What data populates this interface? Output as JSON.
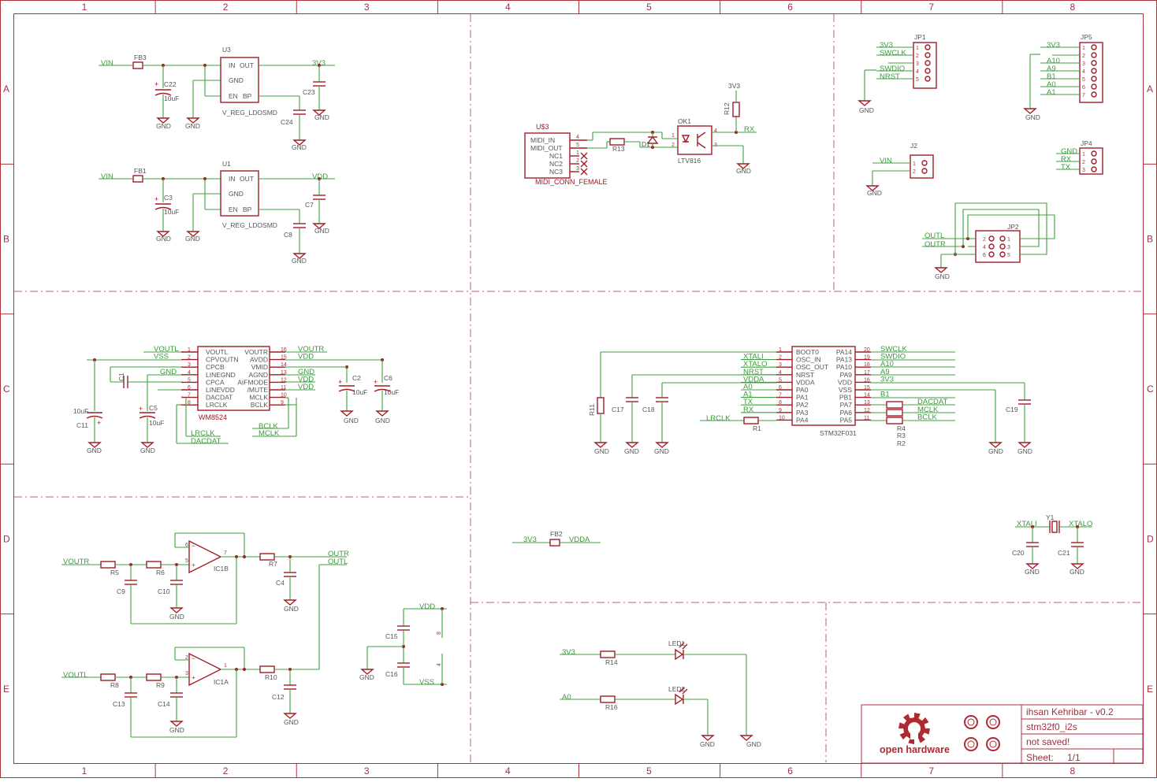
{
  "frame": {
    "columns": [
      "1",
      "2",
      "3",
      "4",
      "5",
      "6",
      "7",
      "8"
    ],
    "rows": [
      "A",
      "B",
      "C",
      "D",
      "E"
    ]
  },
  "title_block": {
    "author": "ihsan Kehribar - v0.2",
    "project": "stm32f0_i2s",
    "status": "not saved!",
    "sheet_label": "Sheet:",
    "sheet_value": "1/1",
    "logo_text": "open hardware"
  },
  "colors": {
    "frame": "#b0303a",
    "wire": "#3ca13c",
    "part": "#a31c26"
  },
  "regulators": {
    "u3": {
      "ref": "U3",
      "value": "V_REG_LDOSMD",
      "pin_in": "IN",
      "pin_out": "OUT",
      "pin_gnd": "GND",
      "pin_en": "EN",
      "pin_bp": "BP",
      "input": "VIN",
      "output": "3V3",
      "fb": "FB3",
      "cap_in": "C22",
      "cap_in_val": "10uF",
      "cap_out": "C23",
      "cap_bp": "C24"
    },
    "u1": {
      "ref": "U1",
      "value": "V_REG_LDOSMD",
      "pin_in": "IN",
      "pin_out": "OUT",
      "pin_gnd": "GND",
      "pin_en": "EN",
      "pin_bp": "BP",
      "input": "VIN",
      "output": "VDD",
      "fb": "FB1",
      "cap_in": "C3",
      "cap_in_val": "10uF",
      "cap_out": "C7",
      "cap_bp": "C8"
    }
  },
  "gnd": "GND",
  "midi": {
    "conn_ref": "U$3",
    "conn_value": "MIDI_CONN_FEMALE",
    "conn_pins": [
      "MIDI_IN",
      "MIDI_OUT",
      "NC1",
      "NC2",
      "NC3"
    ],
    "conn_pin_nums": [
      "4",
      "5",
      "1",
      "2",
      "3"
    ],
    "resistor": "R13",
    "diode": "D1",
    "opto_ref": "OK1",
    "opto_value": "LTV816",
    "opto_pins": [
      "1",
      "2",
      "4",
      "3"
    ],
    "pullup": "R12",
    "supply": "3V3",
    "net_out": "RX"
  },
  "headers": {
    "jp1": {
      "ref": "JP1",
      "nets": [
        "3V3",
        "SWCLK",
        "",
        "SWDIO",
        "NRST"
      ],
      "pins": [
        "1",
        "2",
        "3",
        "4",
        "5"
      ]
    },
    "jp5": {
      "ref": "JP5",
      "nets": [
        "3V3",
        "",
        "A10",
        "A9",
        "B1",
        "A0",
        "A1"
      ],
      "pins": [
        "1",
        "2",
        "3",
        "4",
        "5",
        "6",
        "7"
      ]
    },
    "j2": {
      "ref": "J2",
      "nets": [
        "VIN",
        ""
      ],
      "pins": [
        "1",
        "2"
      ]
    },
    "jp4": {
      "ref": "JP4",
      "nets": [
        "GND",
        "RX",
        "TX"
      ],
      "pins": [
        "1",
        "2",
        "3"
      ]
    },
    "jp2": {
      "ref": "JP2",
      "nets": [
        "OUTL",
        "OUTR"
      ],
      "pins_left": [
        "2",
        "4",
        "6"
      ],
      "pins_right": [
        "1",
        "3",
        "5"
      ]
    }
  },
  "codec": {
    "ref": "WM8524",
    "left_pins": [
      "VOUTL",
      "CPVOUTN",
      "CPCB",
      "LINEGND",
      "CPCA",
      "LINEVDD",
      "DACDAT",
      "LRCLK"
    ],
    "left_nums": [
      "1",
      "2",
      "3",
      "4",
      "5",
      "6",
      "7",
      "8"
    ],
    "right_pins": [
      "VOUTR",
      "AVDD",
      "VMID",
      "AGND",
      "AIFMODE",
      "/MUTE",
      "MCLK",
      "BCLK"
    ],
    "right_nums": [
      "16",
      "15",
      "14",
      "13",
      "12",
      "11",
      "10",
      "9"
    ],
    "left_nets": [
      "VOUTL",
      "VSS",
      "",
      "GND",
      "",
      "",
      "",
      ""
    ],
    "right_nets": [
      "VOUTR",
      "VDD",
      "",
      "GND",
      "VDD",
      "VDD",
      "",
      ""
    ],
    "bottom_nets_left": [
      "LRCLK",
      "DACDAT"
    ],
    "bottom_nets_right": [
      "BCLK",
      "MCLK"
    ],
    "c1": "C1",
    "c11": "C11",
    "c11_val": "10uF",
    "c5": "C5",
    "c5_val": "10uF",
    "c2": "C2",
    "c2_val": "10uF",
    "c6": "C6",
    "c6_val": "10uF"
  },
  "mcu": {
    "ref": "STM32F031",
    "left_pins": [
      "BOOT0",
      "OSC_IN",
      "OSC_OUT",
      "NRST",
      "VDDA",
      "PA0",
      "PA1",
      "PA2",
      "PA3",
      "PA4"
    ],
    "left_nums": [
      "1",
      "2",
      "3",
      "4",
      "5",
      "6",
      "7",
      "8",
      "9",
      "10"
    ],
    "left_nets": [
      "",
      "XTALI",
      "XTALO",
      "NRST",
      "VDDA",
      "A0",
      "A1",
      "TX",
      "RX",
      ""
    ],
    "right_pins": [
      "PA14",
      "PA13",
      "PA10",
      "PA9",
      "VDD",
      "VSS",
      "PB1",
      "PA7",
      "PA6",
      "PA5"
    ],
    "right_nums": [
      "20",
      "19",
      "18",
      "17",
      "16",
      "15",
      "14",
      "13",
      "12",
      "11"
    ],
    "right_nets": [
      "SWCLK",
      "SWDIO",
      "A10",
      "A9",
      "3V3",
      "",
      "B1",
      "DACDAT",
      "MCLK",
      "BCLK"
    ],
    "lrclk_net": "LRCLK",
    "r1": "R1",
    "r11": "R11",
    "c17": "C17",
    "c18": "C18",
    "c19": "C19",
    "r_stack": [
      "R4",
      "R3",
      "R2"
    ]
  },
  "ferrite": {
    "ref": "FB2",
    "left": "3V3",
    "right": "VDDA"
  },
  "crystal": {
    "ref": "Y1",
    "left": "XTALI",
    "right": "XTALO",
    "c_left": "C20",
    "c_right": "C21"
  },
  "opamps": {
    "ic1b": {
      "ref": "IC1B",
      "input": "VOUTR",
      "output": "OUTR",
      "r_a": "R5",
      "r_b": "R6",
      "c_a": "C9",
      "c_b": "C10",
      "r_out": "R7",
      "c_out": "C4",
      "pins": [
        "6",
        "5",
        "7"
      ]
    },
    "ic1a": {
      "ref": "IC1A",
      "input": "VOUTL",
      "output": "OUTL",
      "r_a": "R8",
      "r_b": "R9",
      "c_a": "C13",
      "c_b": "C14",
      "r_out": "R10",
      "c_out": "C12",
      "pins": [
        "2",
        "3",
        "1"
      ]
    }
  },
  "supply_caps": {
    "top": "VDD",
    "bottom": "VSS",
    "c_top": "C15",
    "c_bot": "C16",
    "pin_top": "8",
    "pin_bot": "4"
  },
  "leds": {
    "led1": {
      "ref": "LED1",
      "net": "3V3",
      "resistor": "R14"
    },
    "led2": {
      "ref": "LED2",
      "net": "A0",
      "resistor": "R16"
    }
  }
}
